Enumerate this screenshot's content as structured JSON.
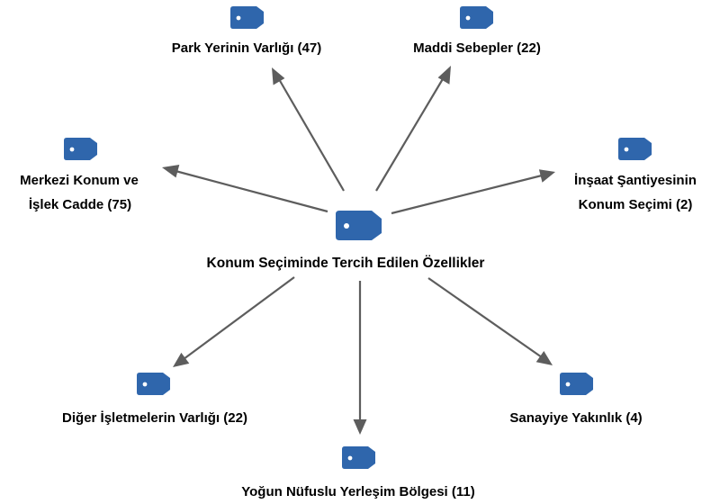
{
  "center": {
    "label": "Konum Seçiminde Tercih Edilen Özellikler"
  },
  "nodes": [
    {
      "id": "park",
      "lines": [
        "Park Yerinin Varlığı (47)"
      ]
    },
    {
      "id": "maddi",
      "lines": [
        "Maddi Sebepler (22)"
      ]
    },
    {
      "id": "merkezi",
      "lines": [
        "Merkezi Konum ve",
        "İşlek Cadde  (75)"
      ]
    },
    {
      "id": "insaat",
      "lines": [
        "İnşaat Şantiyesinin",
        "Konum Seçimi (2)"
      ]
    },
    {
      "id": "diger",
      "lines": [
        "Diğer İşletmelerin Varlığı (22)"
      ]
    },
    {
      "id": "sanayi",
      "lines": [
        "Sanayiye Yakınlık (4)"
      ]
    },
    {
      "id": "yogun",
      "lines": [
        "Yoğun Nüfuslu Yerleşim Bölgesi (11)"
      ]
    }
  ],
  "colors": {
    "tag_icon": "#2f66ac",
    "edge": "#5d5d5d",
    "text": "#000000"
  },
  "icon_name": "tag-icon"
}
